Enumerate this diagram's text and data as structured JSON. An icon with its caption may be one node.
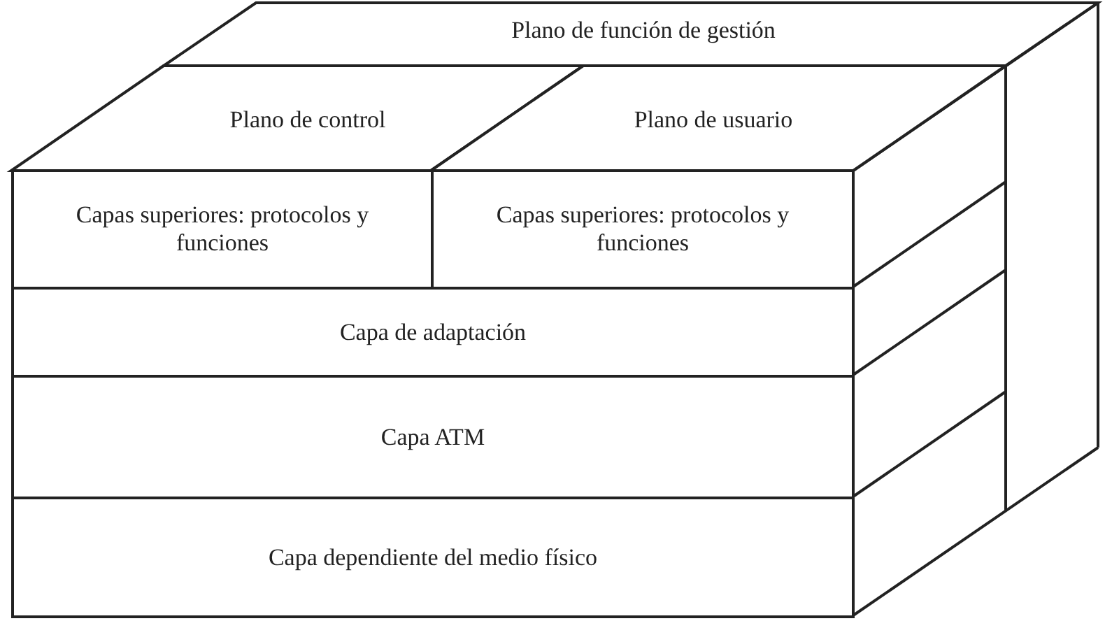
{
  "diagram": {
    "nodes": [
      {
        "text": [
          "Plano de función de gestión"
        ]
      },
      {
        "text": [
          "Plano de control"
        ]
      },
      {
        "text": [
          "Plano de usuario"
        ]
      },
      {
        "text": [
          "Capas superiores: protocolos y funciones"
        ]
      },
      {
        "text": [
          "Capas superiores: protocolos y funciones"
        ]
      },
      {
        "text": [
          "Capa de adaptación"
        ]
      },
      {
        "text": [
          "Capa ATM"
        ]
      },
      {
        "text": [
          "Capa dependiente del medio físico"
        ]
      }
    ]
  }
}
